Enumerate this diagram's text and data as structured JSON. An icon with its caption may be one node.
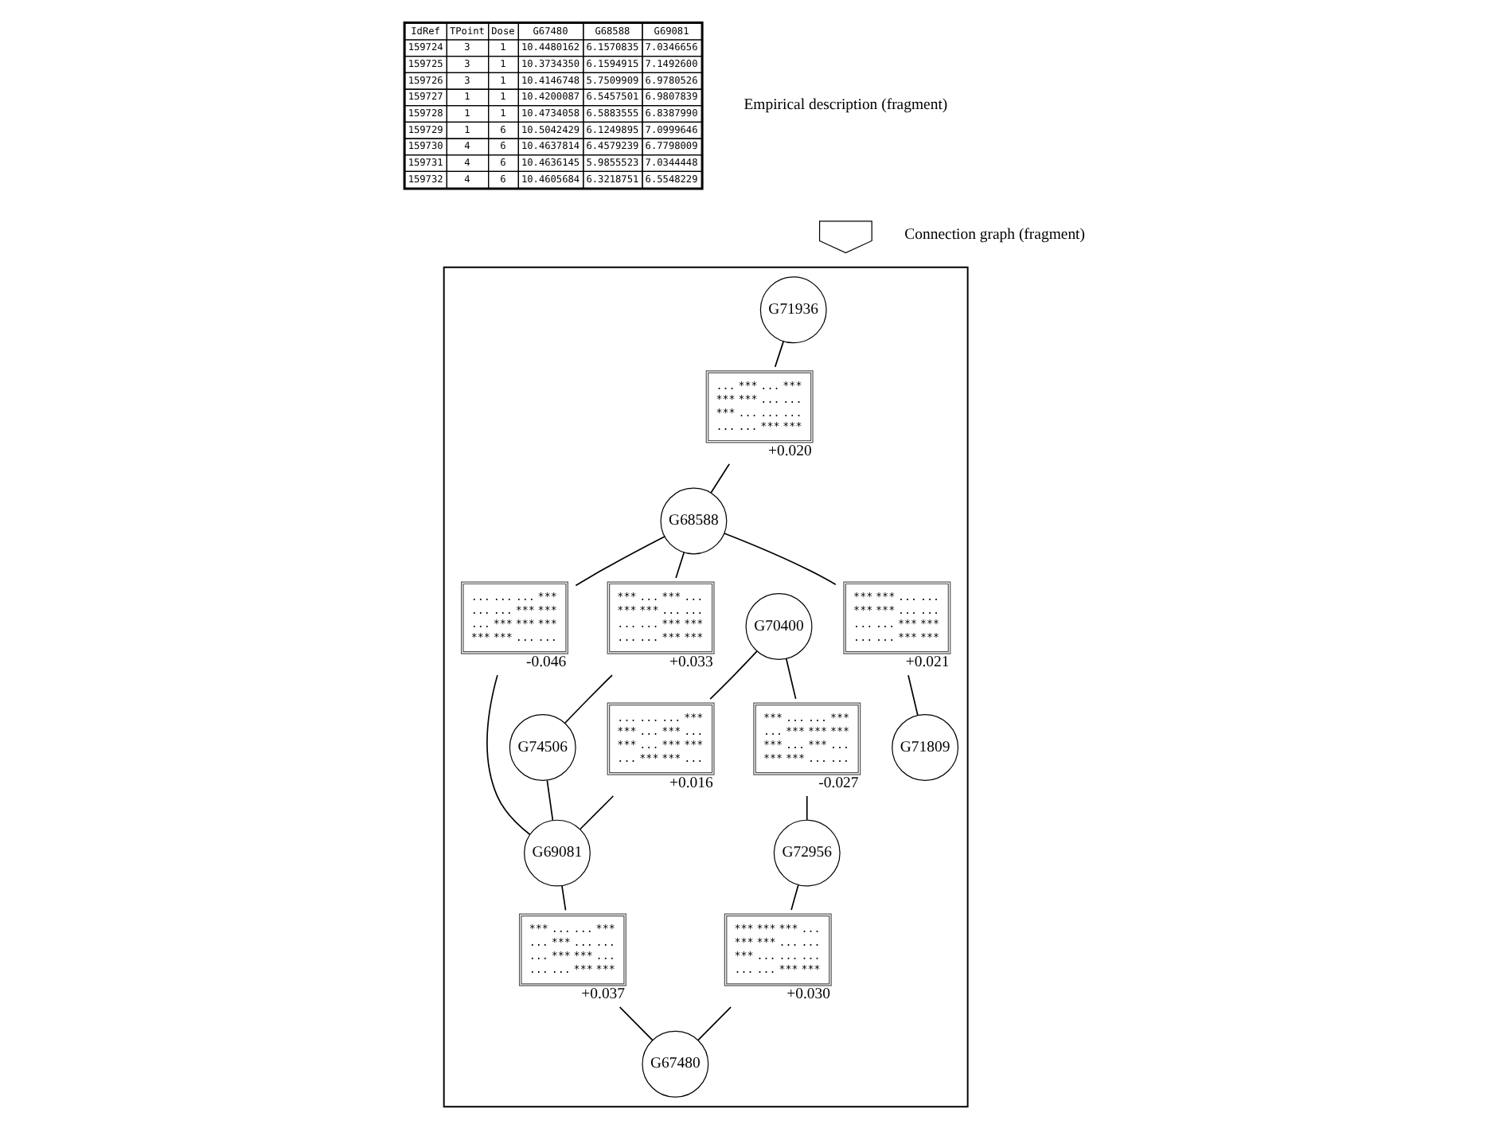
{
  "diagram": {
    "nodes": [
      {
        "text": [],
        "shape": "box"
      },
      {
        "text": [
          "G71936"
        ],
        "in": 0
      },
      {
        "text": [
          "G71809"
        ],
        "in": 0
      },
      {
        "text": [
          "G72956"
        ],
        "in": 0
      },
      {
        "text": [
          "*** ... ... *** ... *** *** *** *** ... *** ... *** *** ... ..."
        ],
        "beside": [
          "-0.027"
        ],
        "in": 0
      },
      {
        "text": [
          "... *** ... *** *** *** ... ... *** ... ... ... ... ... *** ***"
        ],
        "beside": [
          "+0.020"
        ],
        "in": 0
      },
      {
        "text": [
          "*** *** ... ... *** *** ... ... ... ... *** *** ... ... *** ***"
        ],
        "beside": [
          "+0.021"
        ],
        "in": 0
      },
      {
        "text": [
          "G70400"
        ],
        "in": 0
      },
      {
        "text": [
          "*** *** *** ... *** *** ... ... *** ... ... ... ... ... *** ***"
        ],
        "beside": [
          "+0.030"
        ],
        "in": 0
      },
      {
        "text": [
          "G68588"
        ],
        "in": 0
      },
      {
        "text": [
          "... ... ... *** ... ... *** *** ... *** *** *** *** *** ... ..."
        ],
        "beside": [
          "-0.046"
        ],
        "in": 0
      },
      {
        "text": [
          "... ... ... *** *** ... *** ... *** ... *** *** ... *** *** ..."
        ],
        "beside": [
          "+0.016"
        ],
        "in": 0
      },
      {
        "text": [
          "*** ... *** ... *** *** ... ... ... ... *** *** ... ... *** ***"
        ],
        "beside": [
          "+0.033"
        ],
        "in": 0
      },
      {
        "text": [
          "G67480"
        ],
        "in": 0
      },
      {
        "text": [
          "*** ... ... *** ... *** ... ... ... *** *** ... ... ... *** ***"
        ],
        "beside": [
          "+0.037"
        ],
        "in": 0
      },
      {
        "text": [
          "G74506"
        ],
        "in": 0
      },
      {
        "text": [
          "G69081"
        ],
        "in": 0
      },
      {
        "text": [],
        "shape": "arrow"
      }
    ],
    "edges": [
      {
        "from": 1,
        "to": 5,
        "arrow": "none"
      },
      {
        "from": 5,
        "to": 9,
        "arrow": "none"
      },
      {
        "from": 9,
        "to": 6,
        "arrow": "none"
      },
      {
        "from": 6,
        "to": 2,
        "arrow": "none"
      },
      {
        "from": 7,
        "to": 4,
        "arrow": "none"
      },
      {
        "from": 4,
        "to": 3,
        "arrow": "none"
      },
      {
        "from": 3,
        "to": 8,
        "arrow": "none"
      },
      {
        "from": 8,
        "to": 13,
        "arrow": "none"
      },
      {
        "from": 9,
        "to": 10,
        "arrow": "none"
      },
      {
        "from": 10,
        "to": 16,
        "arrow": "none"
      },
      {
        "from": 7,
        "to": 11,
        "arrow": "none"
      },
      {
        "from": 11,
        "to": 16,
        "arrow": "none"
      },
      {
        "from": 9,
        "to": 12,
        "arrow": "none"
      },
      {
        "from": 12,
        "to": 15,
        "arrow": "none"
      },
      {
        "from": 15,
        "to": 16,
        "arrow": "none"
      },
      {
        "from": 16,
        "to": 14,
        "arrow": "none"
      },
      {
        "from": 14,
        "to": 13,
        "arrow": "none"
      }
    ],
    "labels": [
      "IdRef",
      "TPoint",
      "Dose",
      "G67480",
      "G68588",
      "G69081",
      "159724",
      "3",
      "1",
      "10.4480162",
      "6.1570835",
      "7.0346656",
      "159725",
      "3",
      "1",
      "10.3734350",
      "6.1594915",
      "7.1492600",
      "159726",
      "3",
      "1",
      "10.4146748",
      "5.7509909",
      "6.9780526",
      "159727",
      "1",
      "1",
      "10.4200087",
      "6.5457501",
      "6.9807839",
      "159728",
      "1",
      "1",
      "10.4734058",
      "6.5883555",
      "6.8387990",
      "159729",
      "1",
      "6",
      "10.5042429",
      "6.1249895",
      "7.0999646",
      "159730",
      "4",
      "6",
      "10.4637814",
      "6.4579239",
      "6.7798009",
      "159731",
      "4",
      "6",
      "10.4636145",
      "5.9855523",
      "7.0344448",
      "159732",
      "4",
      "6",
      "10.4605684",
      "6.3218751",
      "6.5548229",
      "Empirical description (fragment)",
      "Connection graph (fragment)"
    ]
  }
}
